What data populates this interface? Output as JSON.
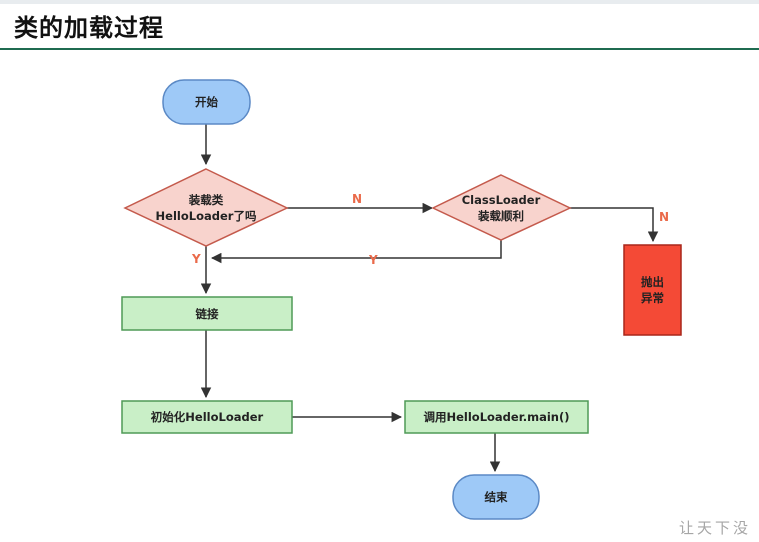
{
  "header": {
    "title": "类的加载过程"
  },
  "diagram": {
    "nodes": {
      "start": "开始",
      "decision_loaded_line1": "装载类",
      "decision_loaded_line2": "HelloLoader了吗",
      "decision_classloader_line1": "ClassLoader",
      "decision_classloader_line2": "装载顺利",
      "throw_exception_line1": "抛出",
      "throw_exception_line2": "异常",
      "link": "链接",
      "init": "初始化HelloLoader",
      "call_main": "调用HelloLoader.main()",
      "end": "结束"
    },
    "edge_labels": {
      "loaded_no": "N",
      "loaded_yes": "Y",
      "classloader_yes": "Y",
      "classloader_no": "N"
    }
  },
  "watermark": "让天下没",
  "colors": {
    "terminal_fill": "#9ec9f7",
    "terminal_stroke": "#5b89c5",
    "decision_fill": "#f8d3cd",
    "decision_stroke": "#c45a4c",
    "process_fill": "#c9efc7",
    "process_stroke": "#4f9a57",
    "error_fill": "#f44a36",
    "error_stroke": "#a9261a",
    "edge": "#333333",
    "label": "#ea6a4a",
    "header_rule": "#1f6b50"
  }
}
